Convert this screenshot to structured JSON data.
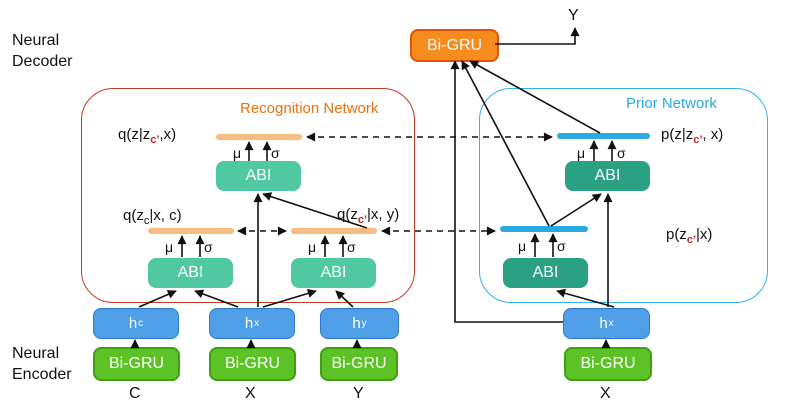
{
  "sections": {
    "decoder_label": {
      "line1": "Neural",
      "line2": "Decoder"
    },
    "encoder_label": {
      "line1": "Neural",
      "line2": "Encoder"
    }
  },
  "decoder": {
    "gru": "Bi-GRU",
    "output": "Y"
  },
  "recognition": {
    "title": "Recognition Network",
    "abi": "ABI",
    "labels": {
      "q_z": {
        "pre": "q(z|z",
        "sub": "c’",
        "post": ",x)"
      },
      "q_zc": {
        "pre": "q(z",
        "sub": "c",
        "post": "|x, c)"
      },
      "q_zc_prime": {
        "pre": "q(z",
        "sub": "c’",
        "post": "|x, y)"
      }
    }
  },
  "prior": {
    "title": "Prior Network",
    "abi": "ABI",
    "labels": {
      "p_z": {
        "pre": "p(z|z",
        "sub": "c’",
        "post": ", x)"
      },
      "p_zc_prime": {
        "pre": "p(z",
        "sub": "c’",
        "post": "|x)"
      }
    }
  },
  "symbols": {
    "mu": "μ",
    "sigma": "σ"
  },
  "encoder": {
    "columns": [
      {
        "h": "h",
        "sup": "c",
        "gru": "Bi-GRU",
        "input": "C"
      },
      {
        "h": "h",
        "sup": "x",
        "gru": "Bi-GRU",
        "input": "X"
      },
      {
        "h": "h",
        "sup": "y",
        "gru": "Bi-GRU",
        "input": "Y"
      },
      {
        "h": "h",
        "sup": "x",
        "gru": "Bi-GRU",
        "input": "X"
      }
    ]
  },
  "colors": {
    "decoder_fill": "#f68b1e",
    "decoder_border": "#e0540a",
    "encoder_gru_fill": "#5cc226",
    "encoder_gru_border": "#3fa012",
    "hidden_fill": "#4f9fe8",
    "hidden_border": "#2e79cc",
    "recognition_abi_fill": "#50c8a2",
    "prior_abi_fill": "#2ba183",
    "recognition_bar": "#f8bb82",
    "prior_bar": "#29abe2",
    "recognition_border": "#c23b22",
    "recognition_title": "#e8720c",
    "prior_border": "#33b1e4",
    "prior_title": "#29abe2",
    "subscript_red": "#c1272d",
    "line": "#111111"
  }
}
